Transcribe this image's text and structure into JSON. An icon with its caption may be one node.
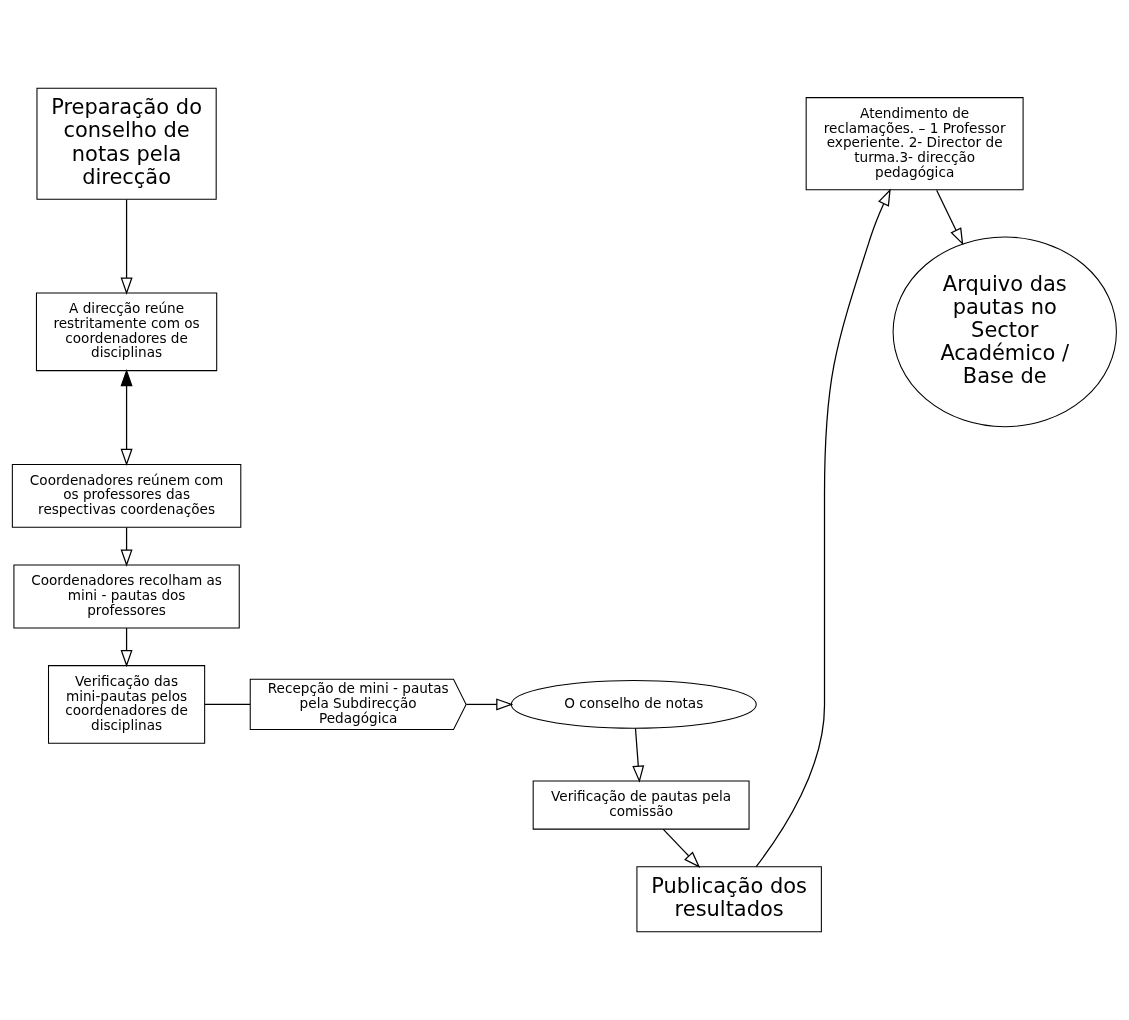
{
  "diagram": {
    "nodes": [
      {
        "text": [
          "Preparação do conselho de notas pela direcção"
        ]
      },
      {
        "text": [
          "A direcção reúne restritamente com os coordenadores de disciplinas"
        ]
      },
      {
        "text": [
          "Coordenadores reúnem com os professores das respectivas coordenações"
        ]
      },
      {
        "text": [
          "Coordenadores recolham as mini - pautas dos professores"
        ]
      },
      {
        "text": [
          "Verificação das mini-pautas pelos coordenadores de disciplinas"
        ]
      },
      {
        "text": [
          "Recepção de mini - pautas pela Subdirecção Pedagógica"
        ]
      },
      {
        "text": [
          "O conselho de notas"
        ]
      },
      {
        "text": [
          "Verificação de pautas pela comissão"
        ]
      },
      {
        "text": [
          "Publicação dos resultados"
        ]
      },
      {
        "text": [
          "Atendimento de reclamações. – 1 Professor experiente. 2- Director de turma.3- direcção pedagógica"
        ]
      },
      {
        "text": [
          "Arquivo das pautas no Sector Académico / Base de"
        ]
      }
    ],
    "edges": [
      {
        "from": 0,
        "to": 1,
        "arrow": "to"
      },
      {
        "from": 1,
        "to": 2,
        "arrow": "both"
      },
      {
        "from": 2,
        "to": 3,
        "arrow": "to"
      },
      {
        "from": 3,
        "to": 4,
        "arrow": "to"
      },
      {
        "from": 4,
        "to": 5,
        "arrow": "none"
      },
      {
        "from": 5,
        "to": 6,
        "arrow": "to"
      },
      {
        "from": 6,
        "to": 7,
        "arrow": "to"
      },
      {
        "from": 7,
        "to": 8,
        "arrow": "to"
      },
      {
        "from": 8,
        "to": 9,
        "arrow": "to"
      },
      {
        "from": 9,
        "to": 10,
        "arrow": "to"
      }
    ]
  }
}
